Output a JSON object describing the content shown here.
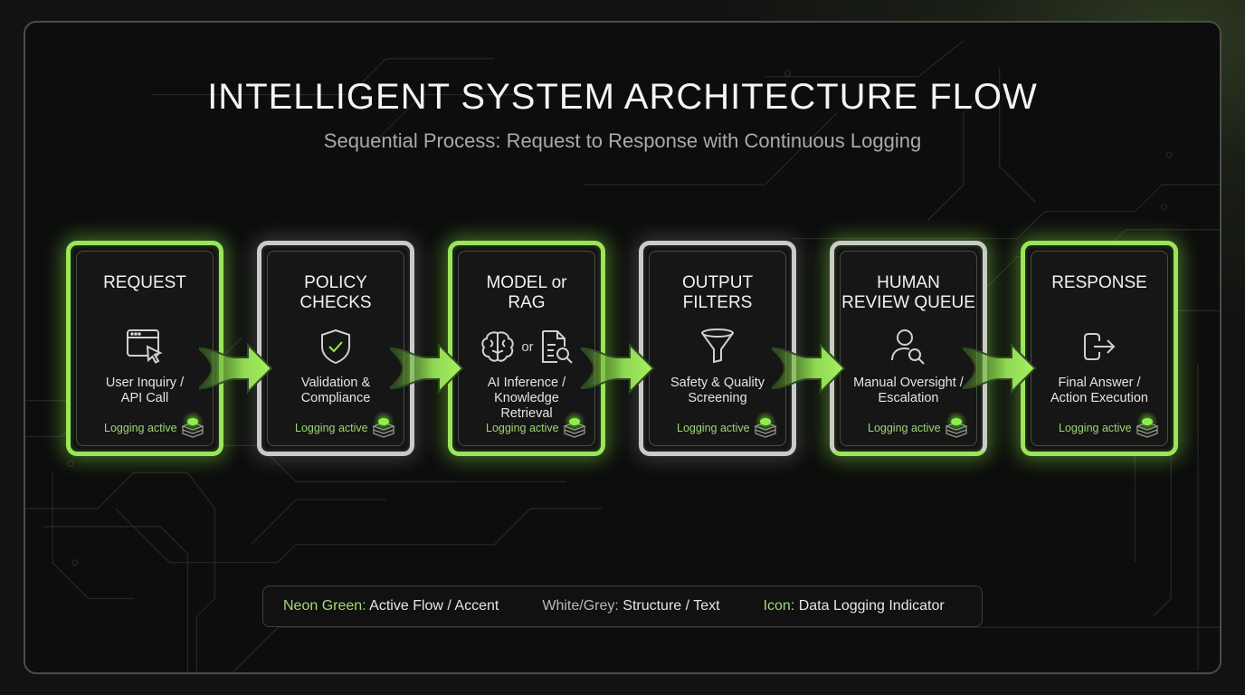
{
  "title": "INTELLIGENT SYSTEM ARCHITECTURE FLOW",
  "subtitle": "Sequential Process: Request to Response with Continuous Logging",
  "colors": {
    "accent_green": "#9be55a",
    "structure_grey": "#c9cac9",
    "log_text_green": "#9fd47a"
  },
  "stages": [
    {
      "title_line1": "REQUEST",
      "title_line2": "",
      "icon": "browser-cursor-icon",
      "desc_line1": "User Inquiry /",
      "desc_line2": "API Call",
      "desc_line3": "",
      "log": "Logging active",
      "style": "green"
    },
    {
      "title_line1": "POLICY",
      "title_line2": "CHECKS",
      "icon": "shield-check-icon",
      "desc_line1": "Validation &",
      "desc_line2": "Compliance",
      "desc_line3": "",
      "log": "Logging active",
      "style": "grey"
    },
    {
      "title_line1": "MODEL or",
      "title_line2": "RAG",
      "icon": "brain-icon / document-search-icon",
      "or_label": "or",
      "desc_line1": "AI Inference /",
      "desc_line2": "Knowledge",
      "desc_line3": "Retrieval",
      "log": "Logging active",
      "style": "green"
    },
    {
      "title_line1": "OUTPUT",
      "title_line2": "FILTERS",
      "icon": "funnel-icon",
      "desc_line1": "Safety & Quality",
      "desc_line2": "Screening",
      "desc_line3": "",
      "log": "Logging active",
      "style": "grey"
    },
    {
      "title_line1": "HUMAN",
      "title_line2": "REVIEW QUEUE",
      "icon": "user-search-icon",
      "desc_line1": "Manual Oversight /",
      "desc_line2": "Escalation",
      "desc_line3": "",
      "log": "Logging active",
      "style": "grey-top-green-bottom"
    },
    {
      "title_line1": "RESPONSE",
      "title_line2": "",
      "icon": "exit-arrow-icon",
      "desc_line1": "Final Answer /",
      "desc_line2": "Action Execution",
      "desc_line3": "",
      "log": "Logging active",
      "style": "green"
    }
  ],
  "legend": [
    {
      "key": "Neon Green:",
      "value": "Active Flow / Accent"
    },
    {
      "key": "White/Grey:",
      "value": "Structure / Text"
    },
    {
      "key": "Icon:",
      "value": "Data Logging Indicator"
    }
  ]
}
